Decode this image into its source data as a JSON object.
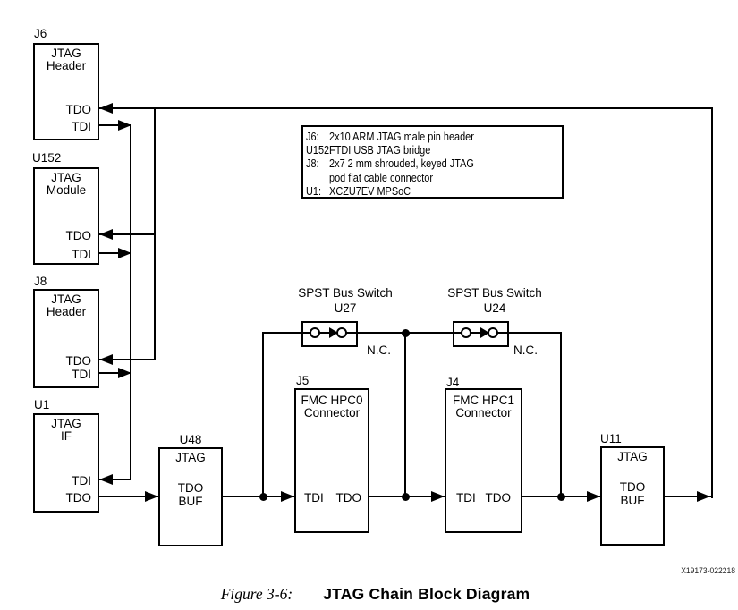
{
  "colors": {
    "line": "#000000",
    "text": "#000000",
    "background": "#ffffff"
  },
  "blocks": {
    "j6": {
      "ref": "J6",
      "name1": "JTAG",
      "name2": "Header",
      "pin_top": "TDO",
      "pin_bottom": "TDI"
    },
    "u152": {
      "ref": "U152",
      "name1": "JTAG",
      "name2": "Module",
      "pin_top": "TDO",
      "pin_bottom": "TDI"
    },
    "j8": {
      "ref": "J8",
      "name1": "JTAG",
      "name2": "Header",
      "pin_top": "TDO",
      "pin_bottom": "TDI"
    },
    "u1": {
      "ref": "U1",
      "name1": "JTAG",
      "name2": "IF",
      "pin_top": "TDI",
      "pin_bottom": "TDO"
    },
    "u48": {
      "ref": "U48",
      "name1": "JTAG",
      "name2": "TDO",
      "name3": "BUF"
    },
    "j5": {
      "ref": "J5",
      "name1": "FMC HPC0",
      "name2": "Connector",
      "pin_left": "TDI",
      "pin_right": "TDO"
    },
    "j4": {
      "ref": "J4",
      "name1": "FMC HPC1",
      "name2": "Connector",
      "pin_left": "TDI",
      "pin_right": "TDO"
    },
    "u11": {
      "ref": "U11",
      "name1": "JTAG",
      "name2": "TDO",
      "name3": "BUF"
    }
  },
  "switches": {
    "u27": {
      "title": "SPST Bus Switch",
      "ref": "U27",
      "nc_label": "N.C."
    },
    "u24": {
      "title": "SPST Bus Switch",
      "ref": "U24",
      "nc_label": "N.C."
    }
  },
  "legend": {
    "rows": [
      {
        "label": "J6:",
        "text": "2x10 ARM JTAG male pin header"
      },
      {
        "label": "U152:",
        "text": "FTDI USB JTAG bridge"
      },
      {
        "label": "J8:",
        "text": "2x7 2 mm shrouded, keyed JTAG"
      },
      {
        "label": "",
        "text": "pod flat cable connector"
      },
      {
        "label": "U1:",
        "text": "XCZU7EV MPSoC"
      }
    ]
  },
  "figure": {
    "caption_label": "Figure 3-6:",
    "caption_title": "JTAG Chain Block Diagram",
    "image_id": "X19173-022218"
  }
}
